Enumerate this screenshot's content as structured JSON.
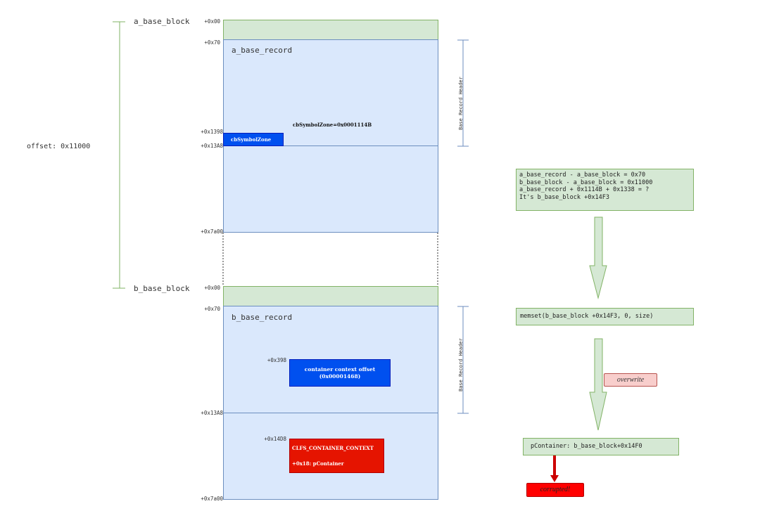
{
  "left": {
    "offset_label": "offset: 0x11000",
    "a_block_label": "a_base_block",
    "b_block_label": "b_base_block"
  },
  "block_a": {
    "off_00": "+0x00",
    "off_70": "+0x70",
    "off_1398": "+0x1398",
    "off_13a8": "+0x13A8",
    "off_7a00": "+0x7a00",
    "record_label": "a_base_record",
    "cb_field_label": "cbSymbolZone",
    "cb_value_label": "cbSymbolZone=0x0001114B",
    "header_label": "Base Record Header"
  },
  "block_b": {
    "off_00": "+0x00",
    "off_70": "+0x70",
    "off_398": "+0x398",
    "off_13a8": "+0x13A8",
    "off_14d8": "+0x14D8",
    "off_7a00": "+0x7a00",
    "record_label": "b_base_record",
    "container_line1": "container context offset",
    "container_line2": "(0x00001468)",
    "clfs_line1": "CLFS_CONTAINER_CONTEXT",
    "clfs_line2": "+0x18: pContainer",
    "header_label": "Base Record Header"
  },
  "right": {
    "calc_lines": [
      "a_base_record - a_base_block = 0x70",
      "b_base_block - a_base_block = 0x11000",
      "a_base_record + 0x1114B + 0x1338 = ?",
      "It's b_base_block +0x14F3"
    ],
    "memset_label": "memset(b_base_block +0x14F3, 0, size)",
    "overwrite_label": "overwrite",
    "pcontainer_label": "pContainer: b_base_block+0x14F0",
    "corrupted_label": "corrupted!"
  },
  "colors": {
    "green_fill": "#d5e8d4",
    "green_stroke": "#82b366",
    "blue_fill": "#dae8fc",
    "blue_stroke": "#6c8ebf",
    "dark_blue": "#0050ef",
    "red": "#e51400"
  }
}
